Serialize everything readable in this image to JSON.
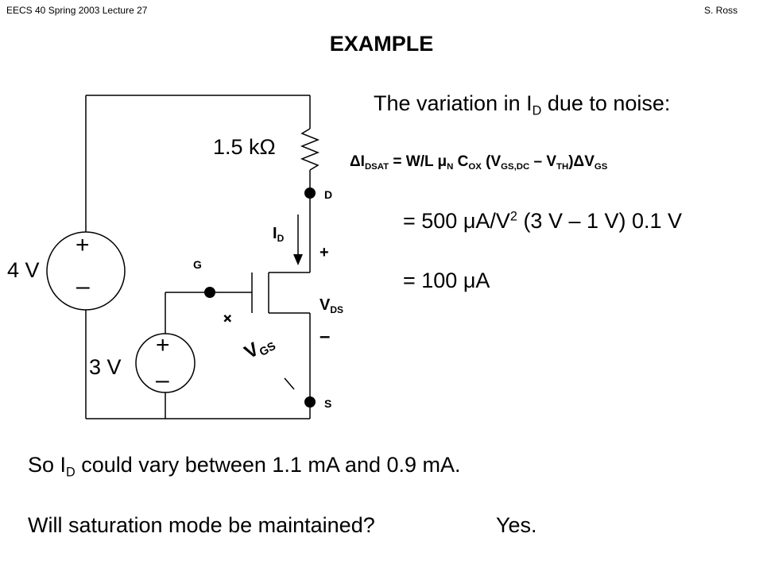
{
  "header": {
    "left": "EECS 40 Spring 2003  Lecture 27",
    "right": "S. Ross"
  },
  "title": "EXAMPLE",
  "noise": {
    "prefix": "The variation in I",
    "sub": "D",
    "suffix": " due to noise:"
  },
  "equation": {
    "delta1": "Δ",
    "i": "I",
    "i_sub": "DSAT",
    "eq": " = W/L ",
    "mu": "μ",
    "mu_sub": "N",
    "c": " C",
    "c_sub": "OX",
    "paren": " (V",
    "vgs_sub": "GS,DC",
    "minus": " – V",
    "vth_sub": "TH",
    "close": ")",
    "delta2": "Δ",
    "v": "V",
    "v_sub": "GS"
  },
  "calc1": {
    "a": "= 500 ",
    "mu": "μ",
    "b": "A/V",
    "sup": "2",
    "c": " (3 V – 1 V) 0.1 V"
  },
  "calc2": {
    "a": "= 100 ",
    "mu": "μ",
    "b": "A"
  },
  "circuit": {
    "resistor_label": "1.5 kΩ",
    "source_4v_label": "4 V",
    "source_3v_label": "3 V",
    "plus": "+",
    "minus": "–",
    "drain": "D",
    "gate": "G",
    "source": "S",
    "id_label": "I",
    "id_sub": "D",
    "vds_label": "V",
    "vds_sub": "DS",
    "vds_plus": "+",
    "vds_minus": "–",
    "vgs_label": "V",
    "vgs_sub": "GS",
    "vgs_plus": "+",
    "vgs_minus": "–"
  },
  "conclusion1": {
    "a": "So I",
    "sub": "D",
    "b": " could vary between 1.1 mA and 0.9 mA."
  },
  "conclusion2": {
    "question": "Will saturation mode be maintained?",
    "answer": "Yes."
  }
}
